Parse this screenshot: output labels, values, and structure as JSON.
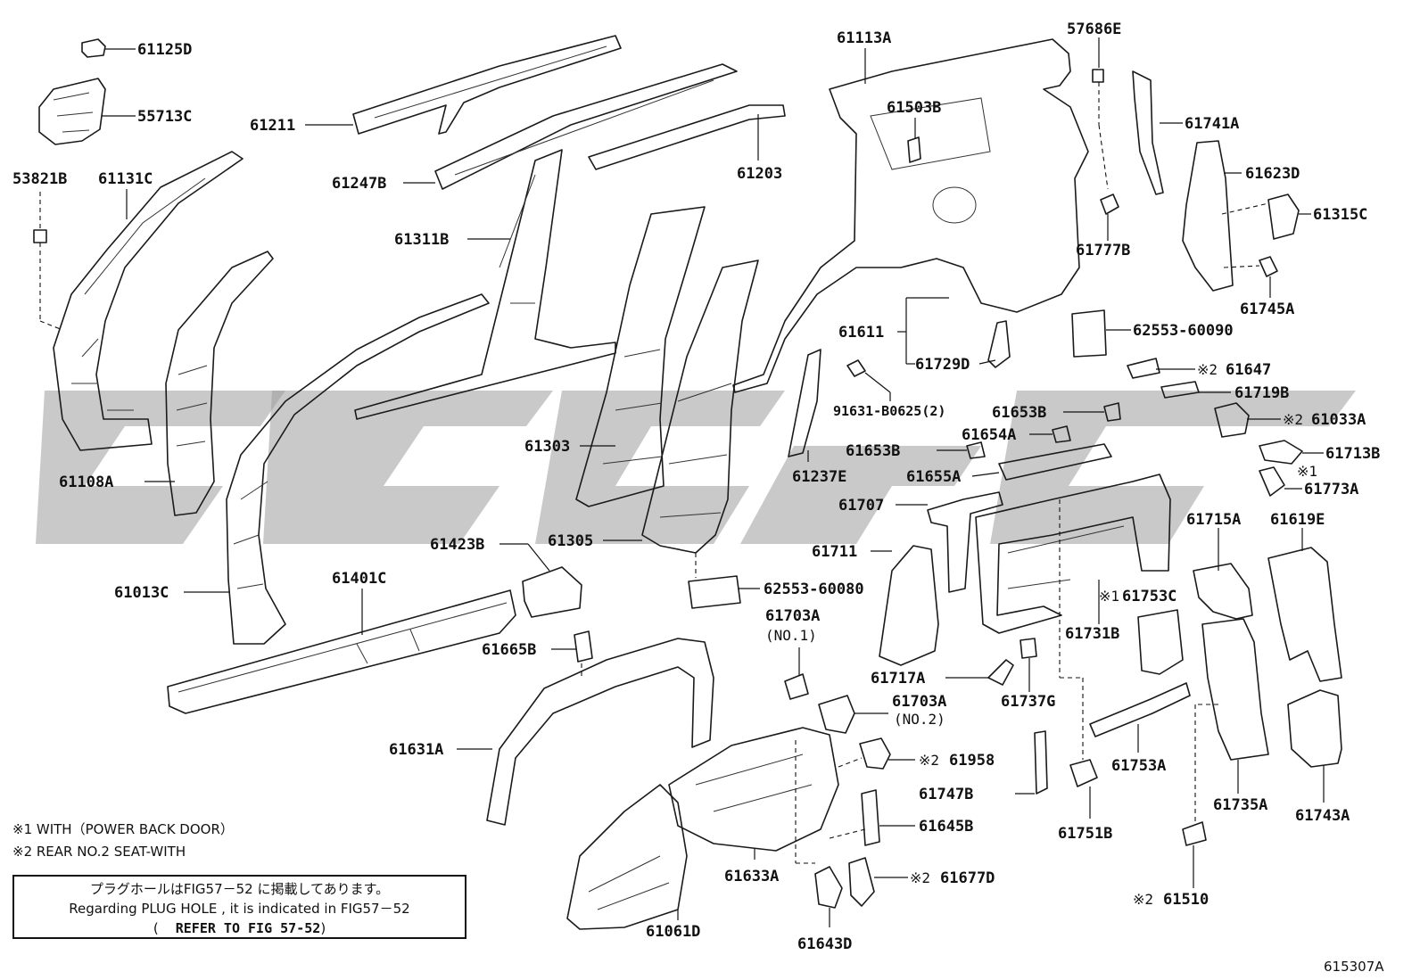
{
  "labels": {
    "p61125D": "61125D",
    "p55713C": "55713C",
    "p53821B": "53821B",
    "p61131C": "61131C",
    "p61108A": "61108A",
    "p61211": "61211",
    "p61247B": "61247B",
    "p61203": "61203",
    "p61311B": "61311B",
    "p61303": "61303",
    "p61305": "61305",
    "p61013C": "61013C",
    "p61423B": "61423B",
    "p61401C": "61401C",
    "p61665B": "61665B",
    "p61631A": "61631A",
    "p61113A": "61113A",
    "p61503B": "61503B",
    "p57686E": "57686E",
    "p61741A": "61741A",
    "p61623D": "61623D",
    "p61315C": "61315C",
    "p61777B": "61777B",
    "p61745A": "61745A",
    "p61611": "61611",
    "p61729D": "61729D",
    "p62553_60090": "62553-60090",
    "p61647": "61647",
    "p61719B": "61719B",
    "p61033A": "61033A",
    "p91631": "91631-B0625(2)",
    "p61653B_1": "61653B",
    "p61654A": "61654A",
    "p61653B_2": "61653B",
    "p61655A": "61655A",
    "p61237E": "61237E",
    "p61713B": "61713B",
    "p61773A": "61773A",
    "p61707": "61707",
    "p61711": "61711",
    "p62553_60080": "62553-60080",
    "p61715A": "61715A",
    "p61619E": "61619E",
    "p61753C": "61753C",
    "p61731B": "61731B",
    "p61703A_1": "61703A",
    "p61703A_1_sub": "(NO.1)",
    "p61703A_2": "61703A",
    "p61703A_2_sub": "(NO.2)",
    "p61717A": "61717A",
    "p61737G": "61737G",
    "p61753A": "61753A",
    "p61958": "61958",
    "p61747B": "61747B",
    "p61751B": "61751B",
    "p61735A": "61735A",
    "p61743A": "61743A",
    "p61645B": "61645B",
    "p61633A": "61633A",
    "p61677D": "61677D",
    "p61061D": "61061D",
    "p61643D": "61643D",
    "p61510": "61510"
  },
  "marks": {
    "m1": "※1",
    "m2": "※2"
  },
  "notes": {
    "note1": "※1 WITH（POWER BACK DOOR）",
    "note2": "※2 REAR NO.2 SEAT-WITH"
  },
  "plug_box": {
    "line1": "プラグホールはFIG57－52 に掲載してあります。",
    "line2": "Regarding PLUG HOLE , it is indicated in FIG57－52",
    "line3_open": "(",
    "line3_ref": "REFER TO FIG 57-52",
    "line3_close": ")"
  },
  "figure_id": "615307A"
}
